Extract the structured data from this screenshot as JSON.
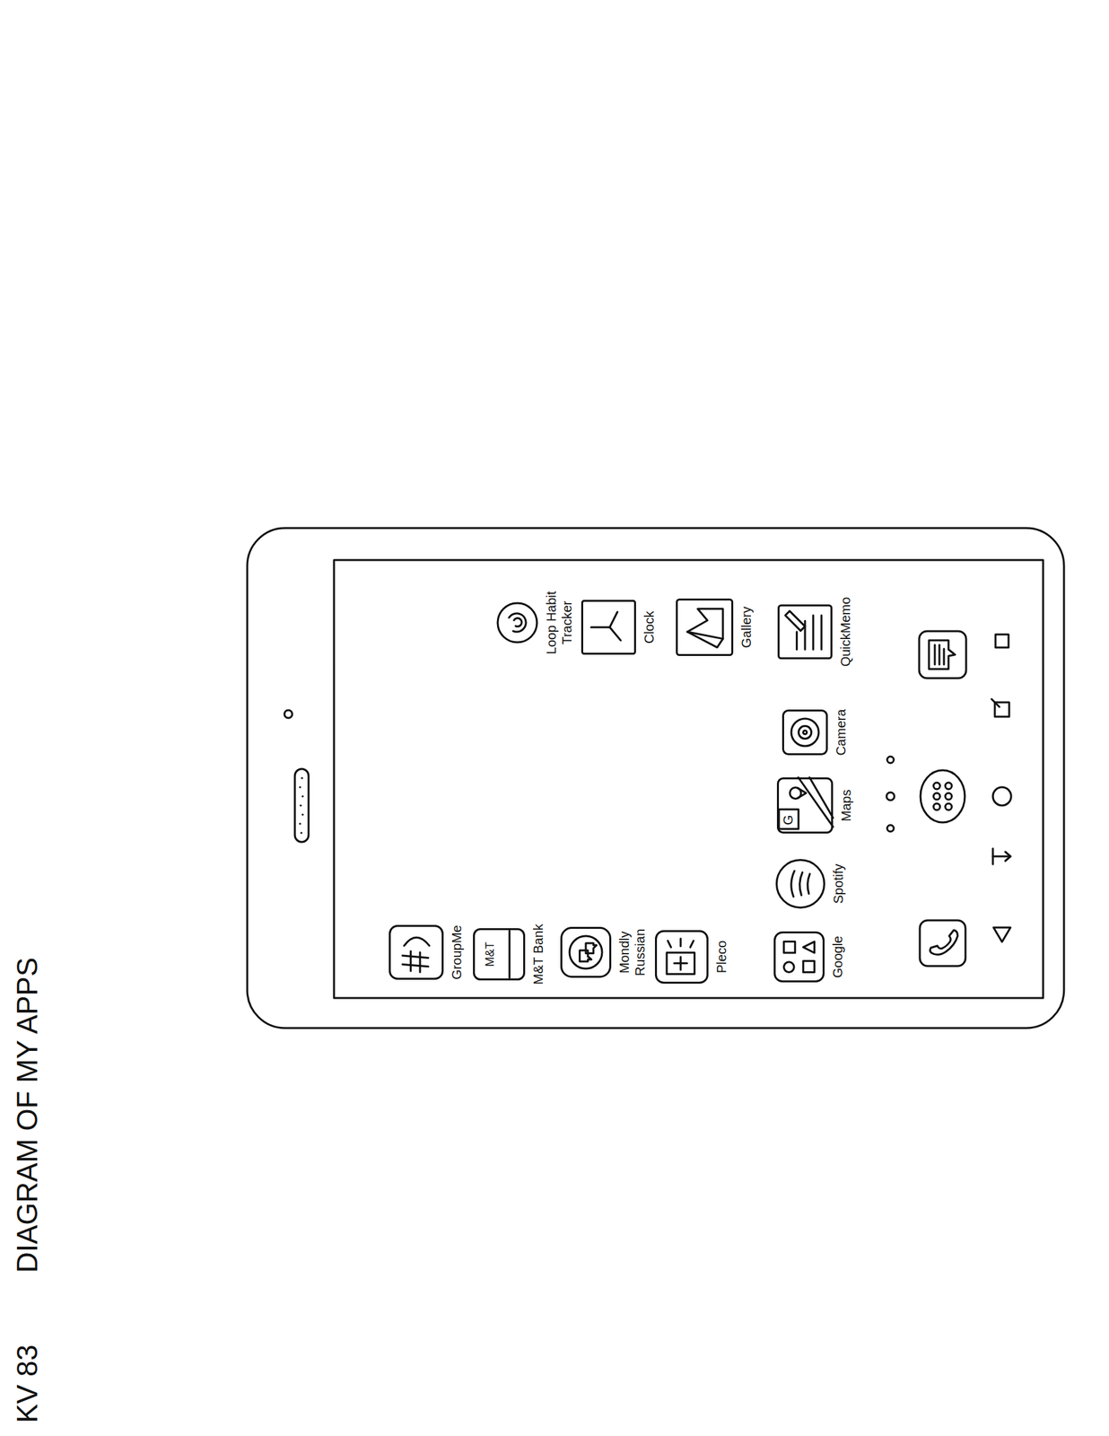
{
  "diagram": {
    "title": "DIAGRAM OF MY APPS",
    "nodes": [
      {
        "text": [
          "GroupMe"
        ]
      },
      {
        "text": [
          "M&T Bank"
        ]
      },
      {
        "text": [
          "Loop Habit Tracker"
        ]
      },
      {
        "text": [
          "Mondly Russian"
        ]
      },
      {
        "text": [
          "Clock"
        ]
      },
      {
        "text": [
          "Pleco"
        ]
      },
      {
        "text": [
          "Gallery"
        ]
      },
      {
        "text": [
          "Google"
        ]
      },
      {
        "text": [
          "Spotify"
        ]
      },
      {
        "text": [
          "Maps"
        ]
      },
      {
        "text": [
          "Camera"
        ]
      },
      {
        "text": [
          "QuickMemo"
        ]
      }
    ],
    "labels": [
      "KV 83",
      "M&T",
      "G"
    ]
  }
}
